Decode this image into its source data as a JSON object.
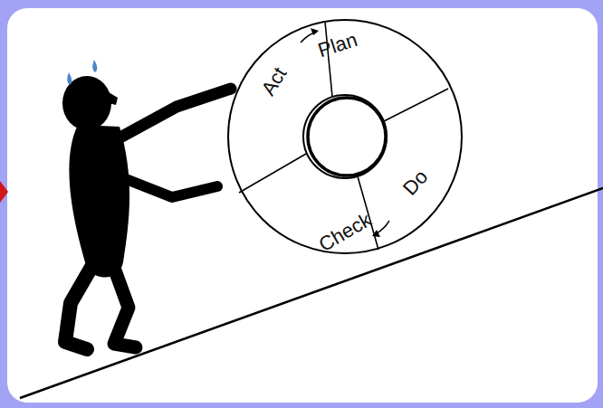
{
  "diagram": {
    "labels": [
      "Act",
      "Plan",
      "Do",
      "Check"
    ]
  }
}
